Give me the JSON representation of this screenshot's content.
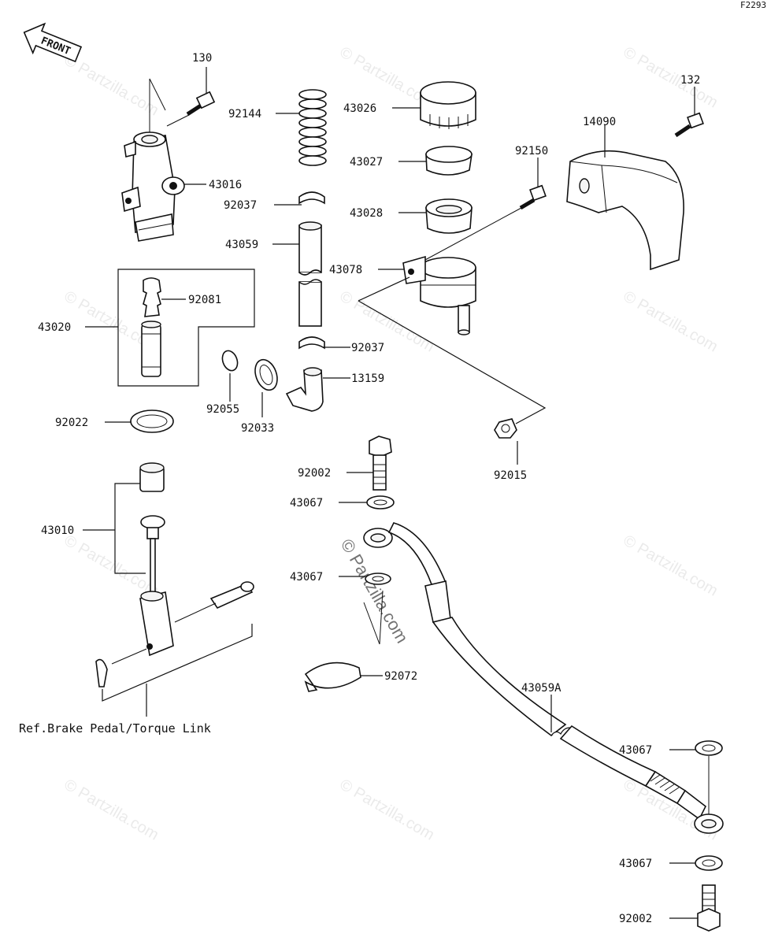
{
  "diagram": {
    "figure_code": "F2293",
    "front_label": "FRONT",
    "reference_note": "Ref.Brake Pedal/Torque Link",
    "watermark": "© Partzilla.com",
    "parts": {
      "p130": "130",
      "p132": "132",
      "p14090": "14090",
      "p43016": "43016",
      "p92144": "92144",
      "p43026": "43026",
      "p43027": "43027",
      "p43028": "43028",
      "p92150": "92150",
      "p92037a": "92037",
      "p43059": "43059",
      "p43078": "43078",
      "p92081": "92081",
      "p43020": "43020",
      "p92037b": "92037",
      "p13159": "13159",
      "p92055": "92055",
      "p92033": "92033",
      "p92022": "92022",
      "p92015": "92015",
      "p92002a": "92002",
      "p43067a": "43067",
      "p43010": "43010",
      "p43067b": "43067",
      "p92072": "92072",
      "p43059A": "43059A",
      "p43067c": "43067",
      "p43067d": "43067",
      "p92002b": "92002"
    }
  }
}
